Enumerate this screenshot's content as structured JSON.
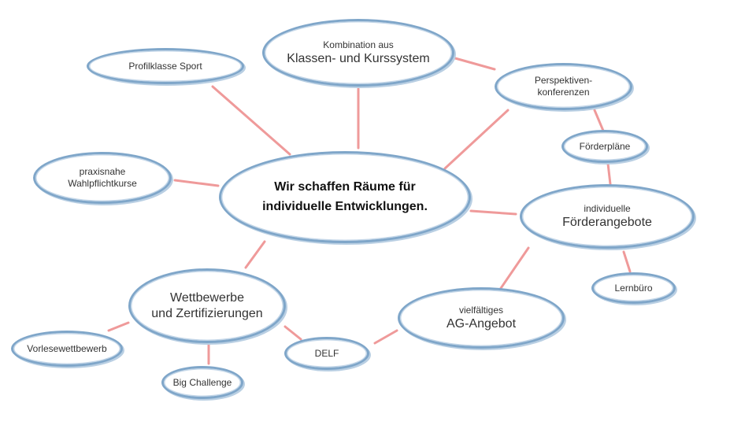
{
  "center": {
    "line1": "Wir schaffen Räume für",
    "line2": "individuelle Entwicklungen."
  },
  "nodes": {
    "kombination": {
      "small": "Kombination aus",
      "main": "Klassen- und Kurssystem"
    },
    "profilklasse": {
      "label": "Profilklasse Sport"
    },
    "perspektiven": {
      "line1": "Perspektiven-",
      "line2": "konferenzen"
    },
    "foerderplaene": {
      "label": "Förderpläne"
    },
    "praxisnahe": {
      "line1": "praxisnahe",
      "line2": "Wahlpflichtkurse"
    },
    "foerderangebote": {
      "small": "individuelle",
      "main": "Förderangebote"
    },
    "lernbuero": {
      "label": "Lernbüro"
    },
    "wettbewerbe": {
      "line1": "Wettbewerbe",
      "line2": "und Zertifizierungen"
    },
    "ag": {
      "small": "vielfältiges",
      "main": "AG-Angebot"
    },
    "vorlese": {
      "label": "Vorlesewettbewerb"
    },
    "delf": {
      "label": "DELF"
    },
    "bigchallenge": {
      "label": "Big Challenge"
    }
  },
  "colors": {
    "node_border": "#7fa6c9",
    "connector": "#ef9a9a"
  }
}
